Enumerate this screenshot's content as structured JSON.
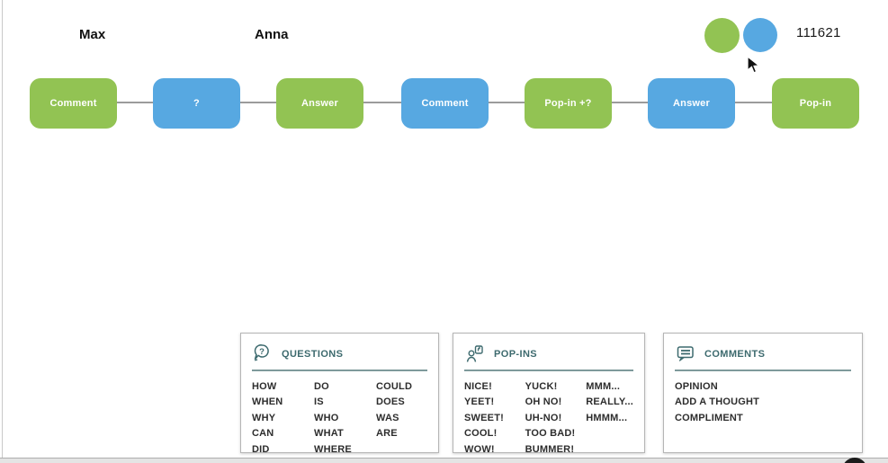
{
  "colors": {
    "green": "#92c353",
    "blue": "#57a8e1",
    "teal": "#3d6a6e",
    "connector": "#9b9b9b"
  },
  "header": {
    "participants": [
      {
        "name": "Max"
      },
      {
        "name": "Anna"
      }
    ],
    "session_code": "111621"
  },
  "flow": {
    "nodes": [
      {
        "label": "Comment",
        "color": "green"
      },
      {
        "label": "?",
        "color": "blue"
      },
      {
        "label": "Answer",
        "color": "green"
      },
      {
        "label": "Comment",
        "color": "blue"
      },
      {
        "label": "Pop-in +?",
        "color": "green"
      },
      {
        "label": "Answer",
        "color": "blue"
      },
      {
        "label": "Pop-in",
        "color": "green"
      }
    ]
  },
  "cards": [
    {
      "title": "QUESTIONS",
      "icon": "question-bubble-icon",
      "columns": [
        [
          "HOW",
          "WHEN",
          "WHY",
          "CAN",
          "DID"
        ],
        [
          "DO",
          "IS",
          "WHO",
          "WHAT",
          "WHERE"
        ],
        [
          "COULD",
          "DOES",
          "WAS",
          "ARE"
        ]
      ]
    },
    {
      "title": "POP-INS",
      "icon": "pop-in-person-icon",
      "columns": [
        [
          "NICE!",
          "YEET!",
          "SWEET!",
          "COOL!",
          "WOW!"
        ],
        [
          "YUCK!",
          "OH NO!",
          "UH-NO!",
          "TOO BAD!",
          "BUMMER!"
        ],
        [
          "MMM...",
          "REALLY...",
          "HMMM..."
        ]
      ]
    },
    {
      "title": "COMMENTS",
      "icon": "comment-bubble-icon",
      "columns": [
        [
          "OPINION",
          "ADD A THOUGHT",
          "COMPLIMENT"
        ]
      ]
    }
  ]
}
